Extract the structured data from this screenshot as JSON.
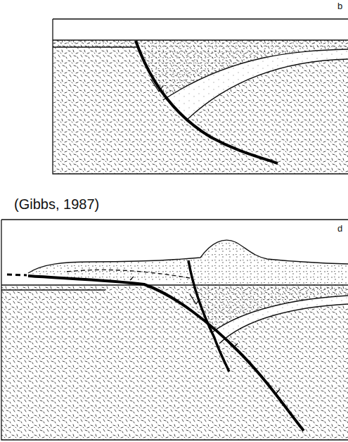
{
  "diagram": {
    "labels": [
      "b",
      "(Gibbs, 1987)",
      "d"
    ]
  }
}
